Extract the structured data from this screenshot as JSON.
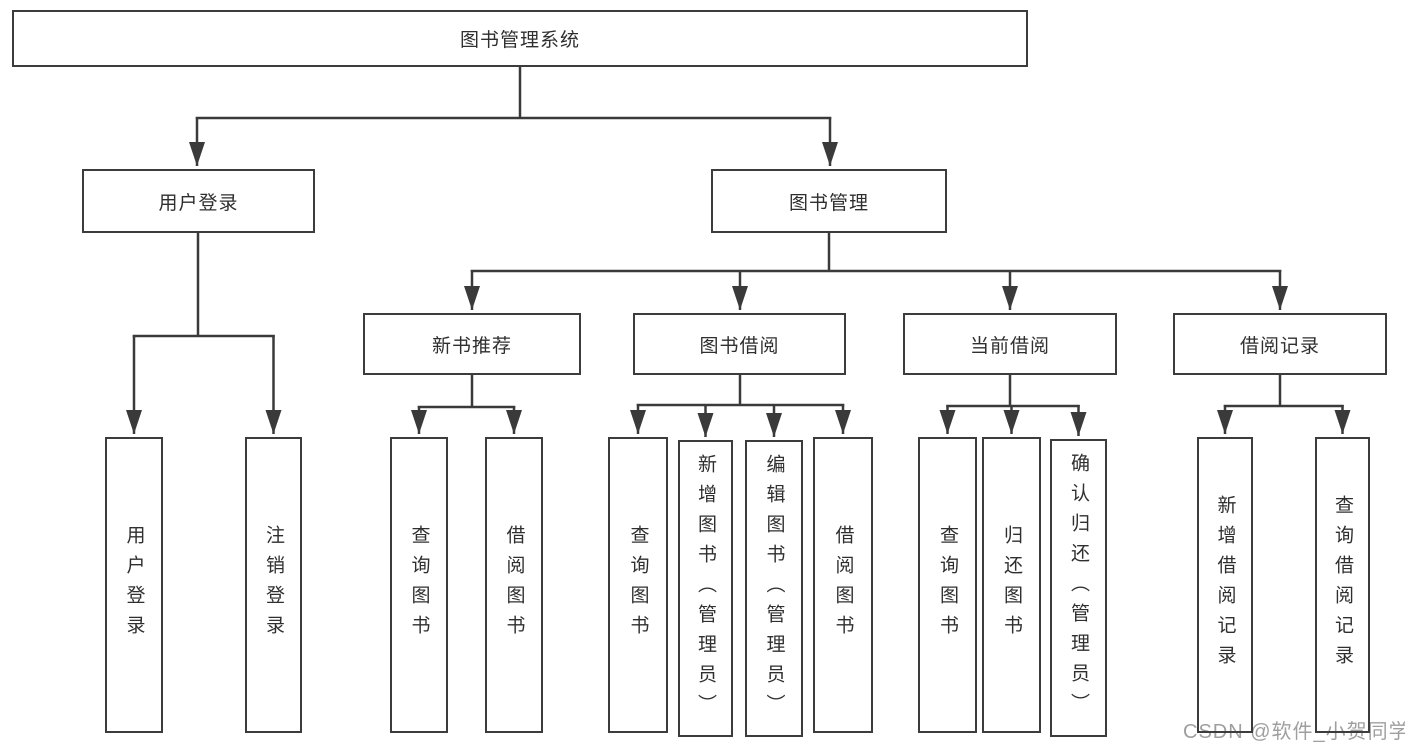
{
  "diagram": {
    "title": "图书管理系统",
    "nodes": [
      {
        "id": "root",
        "label": "图书管理系统",
        "level": 1
      },
      {
        "id": "user-login",
        "label": "用户登录",
        "level": 2,
        "parent": "root"
      },
      {
        "id": "book-management",
        "label": "图书管理",
        "level": 2,
        "parent": "root"
      },
      {
        "id": "new-book-recommend",
        "label": "新书推荐",
        "level": 3,
        "parent": "book-management"
      },
      {
        "id": "book-borrowing",
        "label": "图书借阅",
        "level": 3,
        "parent": "book-management"
      },
      {
        "id": "current-borrowing",
        "label": "当前借阅",
        "level": 3,
        "parent": "book-management"
      },
      {
        "id": "borrowing-records",
        "label": "借阅记录",
        "level": 3,
        "parent": "book-management"
      },
      {
        "id": "leaf-user-login",
        "label": "用户登录",
        "level": 4,
        "parent": "user-login"
      },
      {
        "id": "leaf-logout",
        "label": "注销登录",
        "level": 4,
        "parent": "user-login"
      },
      {
        "id": "leaf-query-books-1",
        "label": "查询图书",
        "level": 4,
        "parent": "new-book-recommend"
      },
      {
        "id": "leaf-borrow-books-1",
        "label": "借阅图书",
        "level": 4,
        "parent": "new-book-recommend"
      },
      {
        "id": "leaf-query-books-2",
        "label": "查询图书",
        "level": 4,
        "parent": "book-borrowing"
      },
      {
        "id": "leaf-add-book-admin",
        "label": "新增图书（管理员）",
        "level": 4,
        "parent": "book-borrowing"
      },
      {
        "id": "leaf-edit-book-admin",
        "label": "编辑图书（管理员）",
        "level": 4,
        "parent": "book-borrowing"
      },
      {
        "id": "leaf-borrow-books-2",
        "label": "借阅图书",
        "level": 4,
        "parent": "book-borrowing"
      },
      {
        "id": "leaf-query-books-3",
        "label": "查询图书",
        "level": 4,
        "parent": "current-borrowing"
      },
      {
        "id": "leaf-return-book",
        "label": "归还图书",
        "level": 4,
        "parent": "current-borrowing"
      },
      {
        "id": "leaf-confirm-return-admin",
        "label": "确认归还（管理员）",
        "level": 4,
        "parent": "current-borrowing"
      },
      {
        "id": "leaf-add-borrow-record",
        "label": "新增借阅记录",
        "level": 4,
        "parent": "borrowing-records"
      },
      {
        "id": "leaf-query-borrow-record",
        "label": "查询借阅记录",
        "level": 4,
        "parent": "borrowing-records"
      }
    ],
    "colors": {
      "line": "#3a3a3a",
      "box_border": "#3c3c3c",
      "box_fill": "#ffffff",
      "text": "#2f2f2f",
      "watermark": "#9f9f9f",
      "background": "#ffffff"
    }
  },
  "watermark": "CSDN @软件_小贺同学"
}
